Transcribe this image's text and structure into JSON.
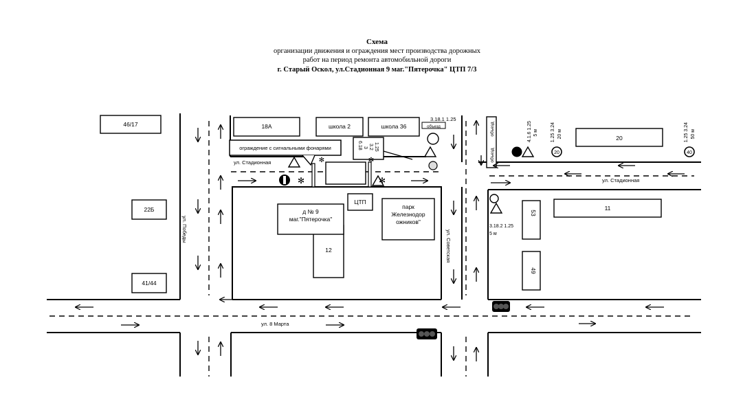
{
  "title": {
    "line1": "Схема",
    "line2": "организации движения и ограждения мест производства дорожных",
    "line3": "работ на период ремонта автомобильной дороги",
    "line4": "г. Старый Оскол, ул.Стадионная 9 маг.\"Пятерочка\" ЦТП 7/3"
  },
  "buildings": {
    "b4617": "46/17",
    "b18a": "18А",
    "school2": "школа 2",
    "school36": "школа 36",
    "b20": "20",
    "b22b": "22Б",
    "b4144": "41/44",
    "b11": "11",
    "b53": "53",
    "b49": "49",
    "b12": "12",
    "ctp": "ЦТП",
    "store1": "д № 9",
    "store2": "маг.\"Пятерочка\"",
    "park1": "парк",
    "park2": "Железнодор",
    "park3": "ожников\""
  },
  "streets": {
    "stadionnaya_left": "ул. Стадионная",
    "stadionnaya_right": "ул. Стадионная",
    "pobedy": "ул. Победы",
    "sovetskaya": "ул. Советская",
    "marta": "ул. 8 Марта"
  },
  "callouts": {
    "fence": "ограждение с сигнальными фонарями",
    "sign_stack_1": "6.18",
    "sign_stack_2": "3",
    "sign_stack_3": "3.2",
    "sign_stack_4": "1.25",
    "top_sign": "3.18.1  1.25",
    "detour": "объезд",
    "sign_411": "4.1.6  1.25",
    "sign_411_dist": "5 м",
    "sign_324": "1.25  3.24",
    "sign_324_dist": "20 м",
    "sign_324_val": "20",
    "sign_324b": "1.25  3.24",
    "sign_324b_dist": "50 м",
    "sign_324b_val": "40",
    "sign_3182": "3.18.2  1.25",
    "sign_3182_dist": "5 м"
  },
  "colors": {
    "ink": "#000000",
    "building_fill": "#ffffff",
    "shadow": "#bdbdbd"
  }
}
